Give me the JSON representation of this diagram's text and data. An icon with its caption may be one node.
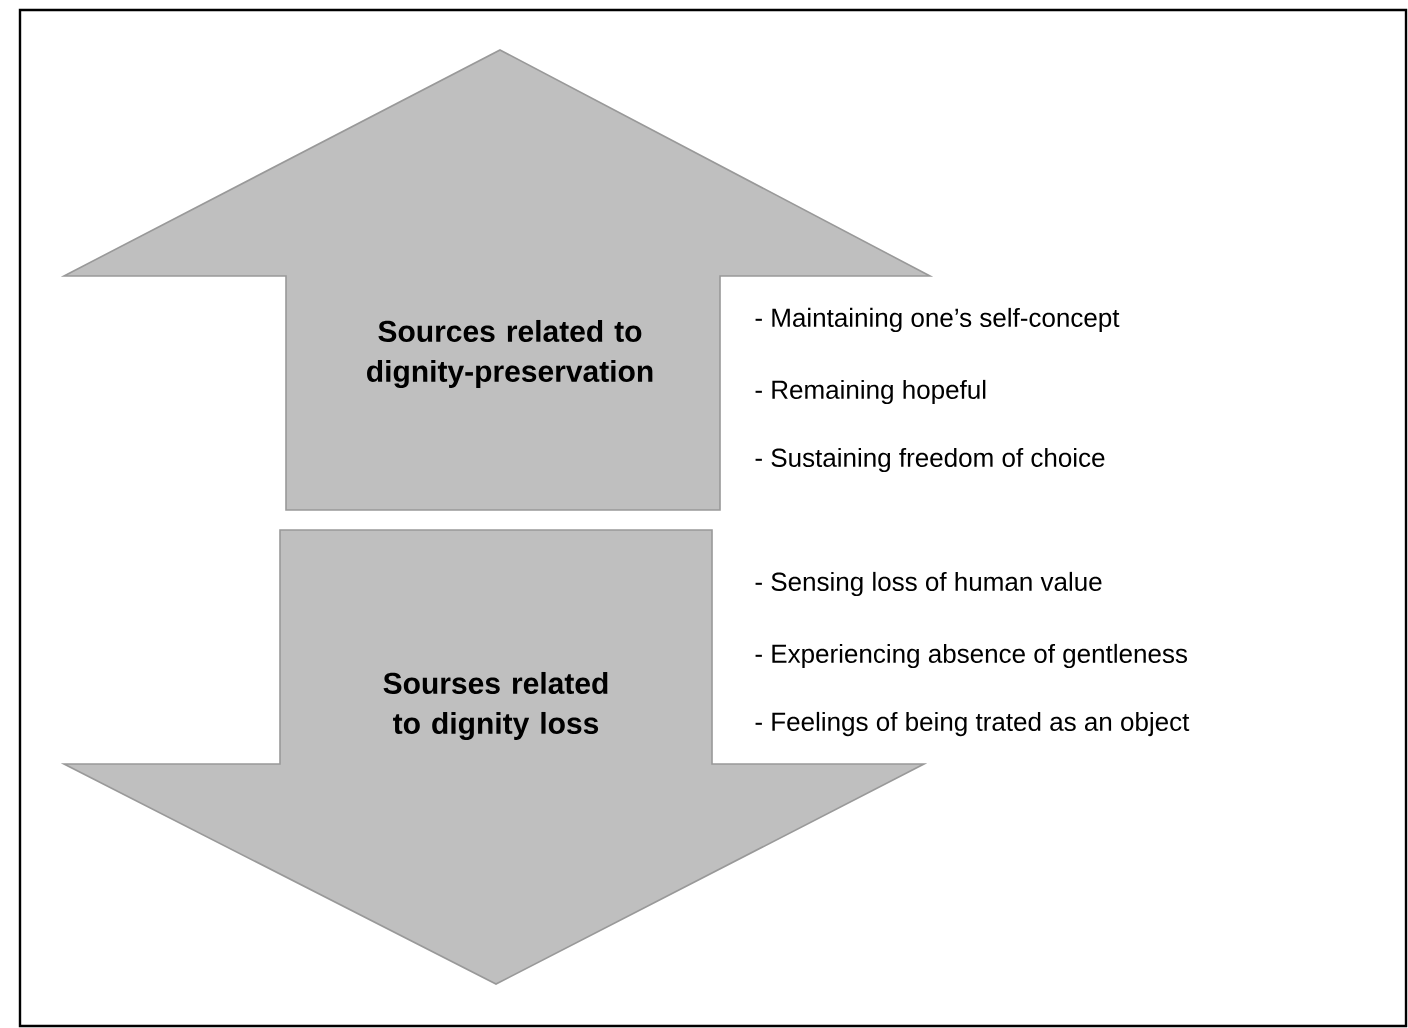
{
  "diagram": {
    "nodes": [
      {
        "text": [
          "Sources related to dignity-preservation"
        ],
        "beside": [
          "- Maintaining one’s self-concept",
          "- Remaining hopeful",
          "- Sustaining freedom of choice"
        ]
      },
      {
        "text": [
          "Sourses related to dignity loss"
        ],
        "beside": [
          "- Sensing loss of human value",
          "- Experiencing absence of gentleness",
          "- Feelings of being trated as an object"
        ]
      }
    ]
  }
}
